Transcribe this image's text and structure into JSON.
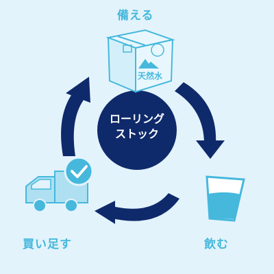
{
  "cycle": {
    "center": {
      "line1": "ローリング",
      "line2": "ストック"
    },
    "steps": {
      "prepare": "備える",
      "drink": "飲む",
      "restock": "買い足す"
    },
    "box_text": "天然水"
  },
  "colors": {
    "background": "#e3f3fb",
    "navy": "#0f2a6b",
    "accent": "#45b8dc",
    "light_blue": "#aee0f2"
  }
}
